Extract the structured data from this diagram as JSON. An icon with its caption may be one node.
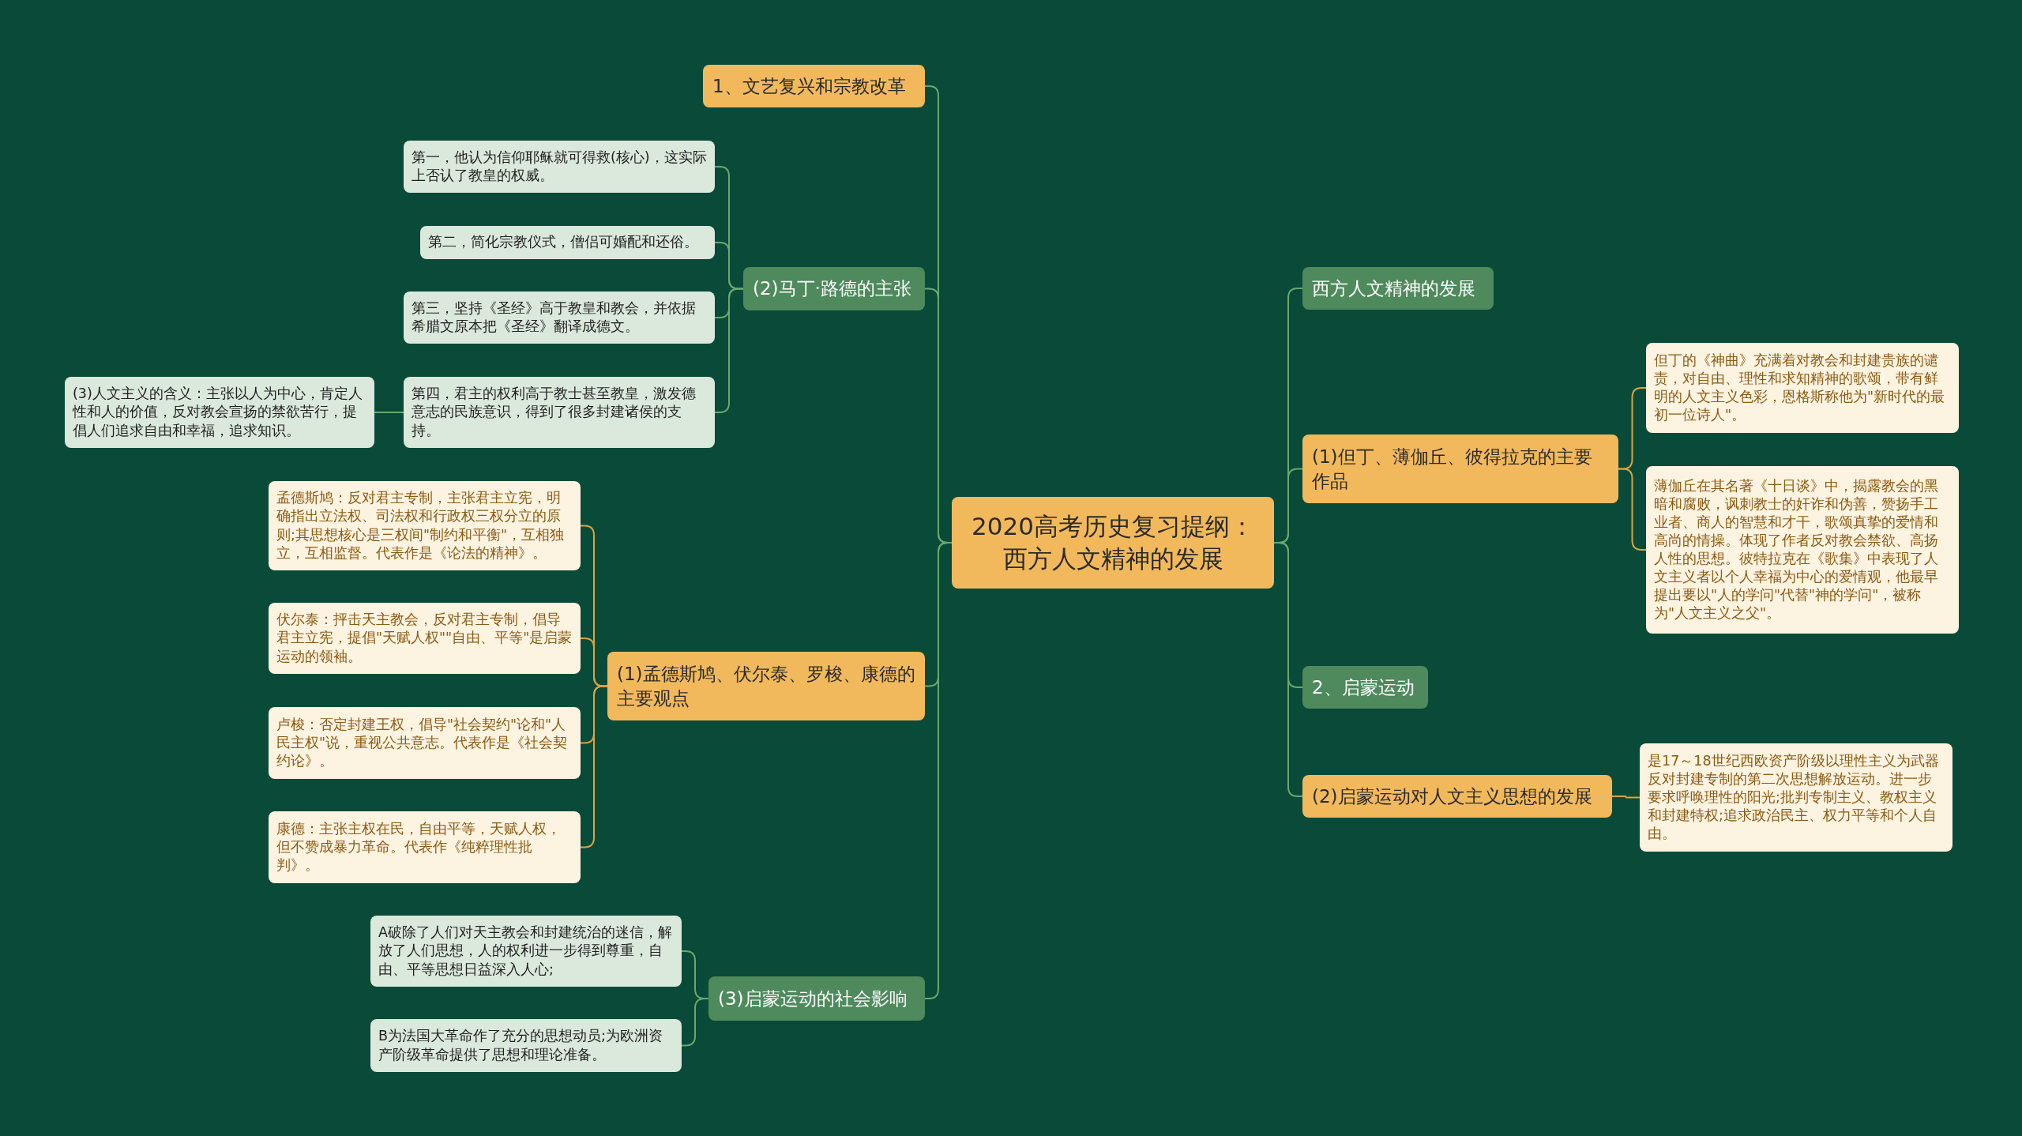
{
  "diagram": {
    "nodes": [
      {
        "text": [
          "2020高考历史复习提纲：西方人文精神的发展"
        ]
      },
      {
        "text": [
          "1、文艺复兴和宗教改革"
        ]
      },
      {
        "text": [
          "(2)马丁·路德的主张"
        ]
      },
      {
        "text": [
          "第一，他认为信仰耶稣就可得救(核心)，这实际上否认了教皇的权威。"
        ]
      },
      {
        "text": [
          "第二，简化宗教仪式，僧侣可婚配和还俗。"
        ]
      },
      {
        "text": [
          "第三，坚持《圣经》高于教皇和教会，并依据希腊文原本把《圣经》翻译成德文。"
        ]
      },
      {
        "text": [
          "第四，君主的权利高于教士甚至教皇，激发德意志的民族意识，得到了很多封建诸侯的支持。"
        ]
      },
      {
        "text": [
          "(3)人文主义的含义：主张以人为中心，肯定人性和人的价值，反对教会宣扬的禁欲苦行，提倡人们追求自由和幸福，追求知识。"
        ]
      },
      {
        "text": [
          "(1)孟德斯鸠、伏尔泰、罗梭、康德的主要观点"
        ]
      },
      {
        "text": [
          "孟德斯鸠：反对君主专制，主张君主立宪，明确指出立法权、司法权和行政权三权分立的原则;其思想核心是三权间\"制约和平衡\"，互相独立，互相监督。代表作是《论法的精神》。"
        ]
      },
      {
        "text": [
          "伏尔泰：抨击天主教会，反对君主专制，倡导君主立宪，提倡\"天赋人权\"\"自由、平等\"是启蒙运动的领袖。"
        ]
      },
      {
        "text": [
          "卢梭：否定封建王权，倡导\"社会契约\"论和\"人民主权\"说，重视公共意志。代表作是《社会契约论》。"
        ]
      },
      {
        "text": [
          "康德：主张主权在民，自由平等，天赋人权，但不赞成暴力革命。代表作《纯粹理性批判》。"
        ]
      },
      {
        "text": [
          "(3)启蒙运动的社会影响"
        ]
      },
      {
        "text": [
          "A破除了人们对天主教会和封建统治的迷信，解放了人们思想，人的权利进一步得到尊重，自由、平等思想日益深入人心;"
        ]
      },
      {
        "text": [
          "B为法国大革命作了充分的思想动员;为欧洲资产阶级革命提供了思想和理论准备。"
        ]
      },
      {
        "text": [
          "西方人文精神的发展"
        ]
      },
      {
        "text": [
          "(1)但丁、薄伽丘、彼得拉克的主要作品"
        ]
      },
      {
        "text": [
          "但丁的《神曲》充满着对教会和封建贵族的谴责，对自由、理性和求知精神的歌颂，带有鲜明的人文主义色彩，恩格斯称他为\"新时代的最初一位诗人\"。"
        ]
      },
      {
        "text": [
          "薄伽丘在其名著《十日谈》中，揭露教会的黑暗和腐败，讽刺教士的奸诈和伪善，赞扬手工业者、商人的智慧和才干，歌颂真挚的爱情和高尚的情操。体现了作者反对教会禁欲、高扬人性的思想。彼特拉克在《歌集》中表现了人文主义者以个人幸福为中心的爱情观，他最早提出要以\"人的学问\"代替\"神的学问\"，被称为\"人文主义之父\"。"
        ]
      },
      {
        "text": [
          "2、启蒙运动"
        ]
      },
      {
        "text": [
          "(2)启蒙运动对人文主义思想的发展"
        ]
      },
      {
        "text": [
          "是17～18世纪西欧资产阶级以理性主义为武器反对封建专制的第二次思想解放运动。进一步要求呼唤理性的阳光;批判专制主义、教权主义和封建特权;追求政治民主、权力平等和个人自由。"
        ]
      }
    ],
    "edges": [
      {
        "from": 0,
        "to": 1,
        "arrow": "none"
      },
      {
        "from": 0,
        "to": 2,
        "arrow": "none"
      },
      {
        "from": 2,
        "to": 3,
        "arrow": "none"
      },
      {
        "from": 2,
        "to": 4,
        "arrow": "none"
      },
      {
        "from": 2,
        "to": 5,
        "arrow": "none"
      },
      {
        "from": 2,
        "to": 6,
        "arrow": "none"
      },
      {
        "from": 6,
        "to": 7,
        "arrow": "none"
      },
      {
        "from": 0,
        "to": 8,
        "arrow": "none"
      },
      {
        "from": 8,
        "to": 9,
        "arrow": "none",
        "color": "#d9a441"
      },
      {
        "from": 8,
        "to": 10,
        "arrow": "none",
        "color": "#d9a441"
      },
      {
        "from": 8,
        "to": 11,
        "arrow": "none",
        "color": "#d9a441"
      },
      {
        "from": 8,
        "to": 12,
        "arrow": "none",
        "color": "#d9a441"
      },
      {
        "from": 0,
        "to": 13,
        "arrow": "none"
      },
      {
        "from": 13,
        "to": 14,
        "arrow": "none"
      },
      {
        "from": 13,
        "to": 15,
        "arrow": "none"
      },
      {
        "from": 0,
        "to": 16,
        "arrow": "none"
      },
      {
        "from": 0,
        "to": 17,
        "arrow": "none"
      },
      {
        "from": 17,
        "to": 18,
        "arrow": "none",
        "color": "#d9a441"
      },
      {
        "from": 17,
        "to": 19,
        "arrow": "none",
        "color": "#d9a441"
      },
      {
        "from": 0,
        "to": 20,
        "arrow": "none"
      },
      {
        "from": 0,
        "to": 21,
        "arrow": "none"
      },
      {
        "from": 21,
        "to": 22,
        "arrow": "none",
        "color": "#d9a441"
      }
    ]
  }
}
